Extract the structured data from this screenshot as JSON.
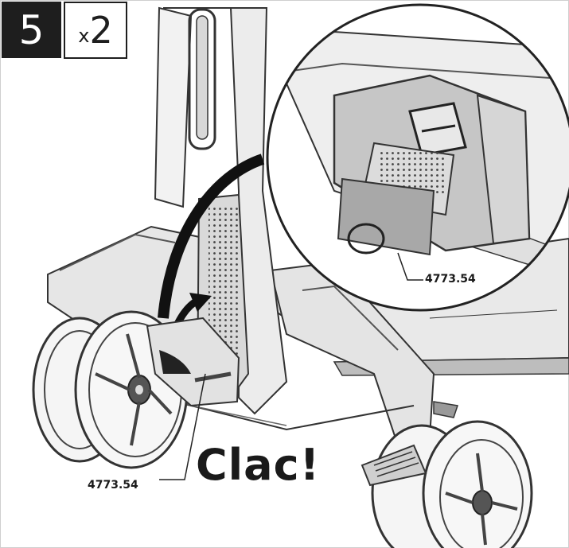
{
  "step": {
    "number": "5",
    "qty_prefix": "x",
    "qty_value": "2"
  },
  "sound_effect": "Clac!",
  "parts": {
    "zoom_label": "4773.54",
    "main_label": "4773.54"
  },
  "colors": {
    "ink": "#1e1e1e",
    "line": "#333333",
    "fill_light": "#e6e6e6",
    "fill_mid": "#c8c8c8",
    "fill_dark": "#9a9a9a"
  }
}
